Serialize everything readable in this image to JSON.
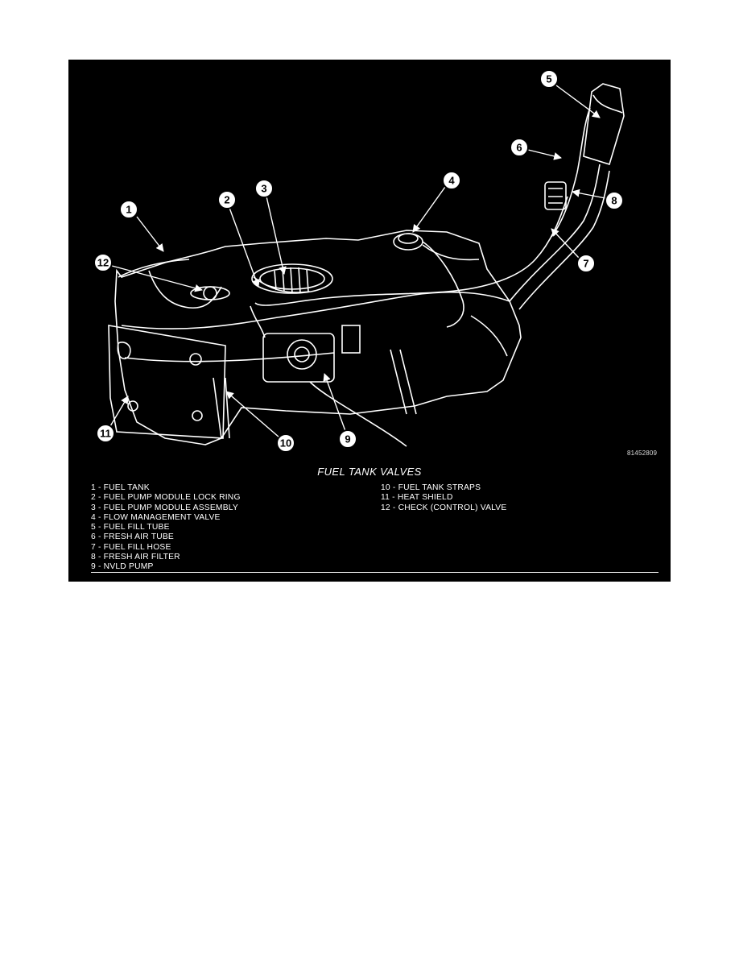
{
  "figure": {
    "title": "FUEL TANK VALVES",
    "code": "81452809",
    "callouts": [
      "1",
      "2",
      "3",
      "4",
      "5",
      "6",
      "7",
      "8",
      "9",
      "10",
      "11",
      "12"
    ],
    "legend_left": [
      "1 - FUEL TANK",
      "2 - FUEL PUMP MODULE LOCK RING",
      "3 - FUEL PUMP MODULE ASSEMBLY",
      "4 - FLOW MANAGEMENT VALVE",
      "5 - FUEL FILL TUBE",
      "6 - FRESH AIR TUBE",
      "7 - FUEL FILL HOSE",
      "8 - FRESH AIR FILTER",
      "9 - NVLD PUMP"
    ],
    "legend_right": [
      "10 - FUEL TANK STRAPS",
      "11 - HEAT SHIELD",
      "12 - CHECK (CONTROL) VALVE"
    ],
    "colors": {
      "background": "#000000",
      "line_art": "#ffffff",
      "page": "#ffffff"
    }
  }
}
